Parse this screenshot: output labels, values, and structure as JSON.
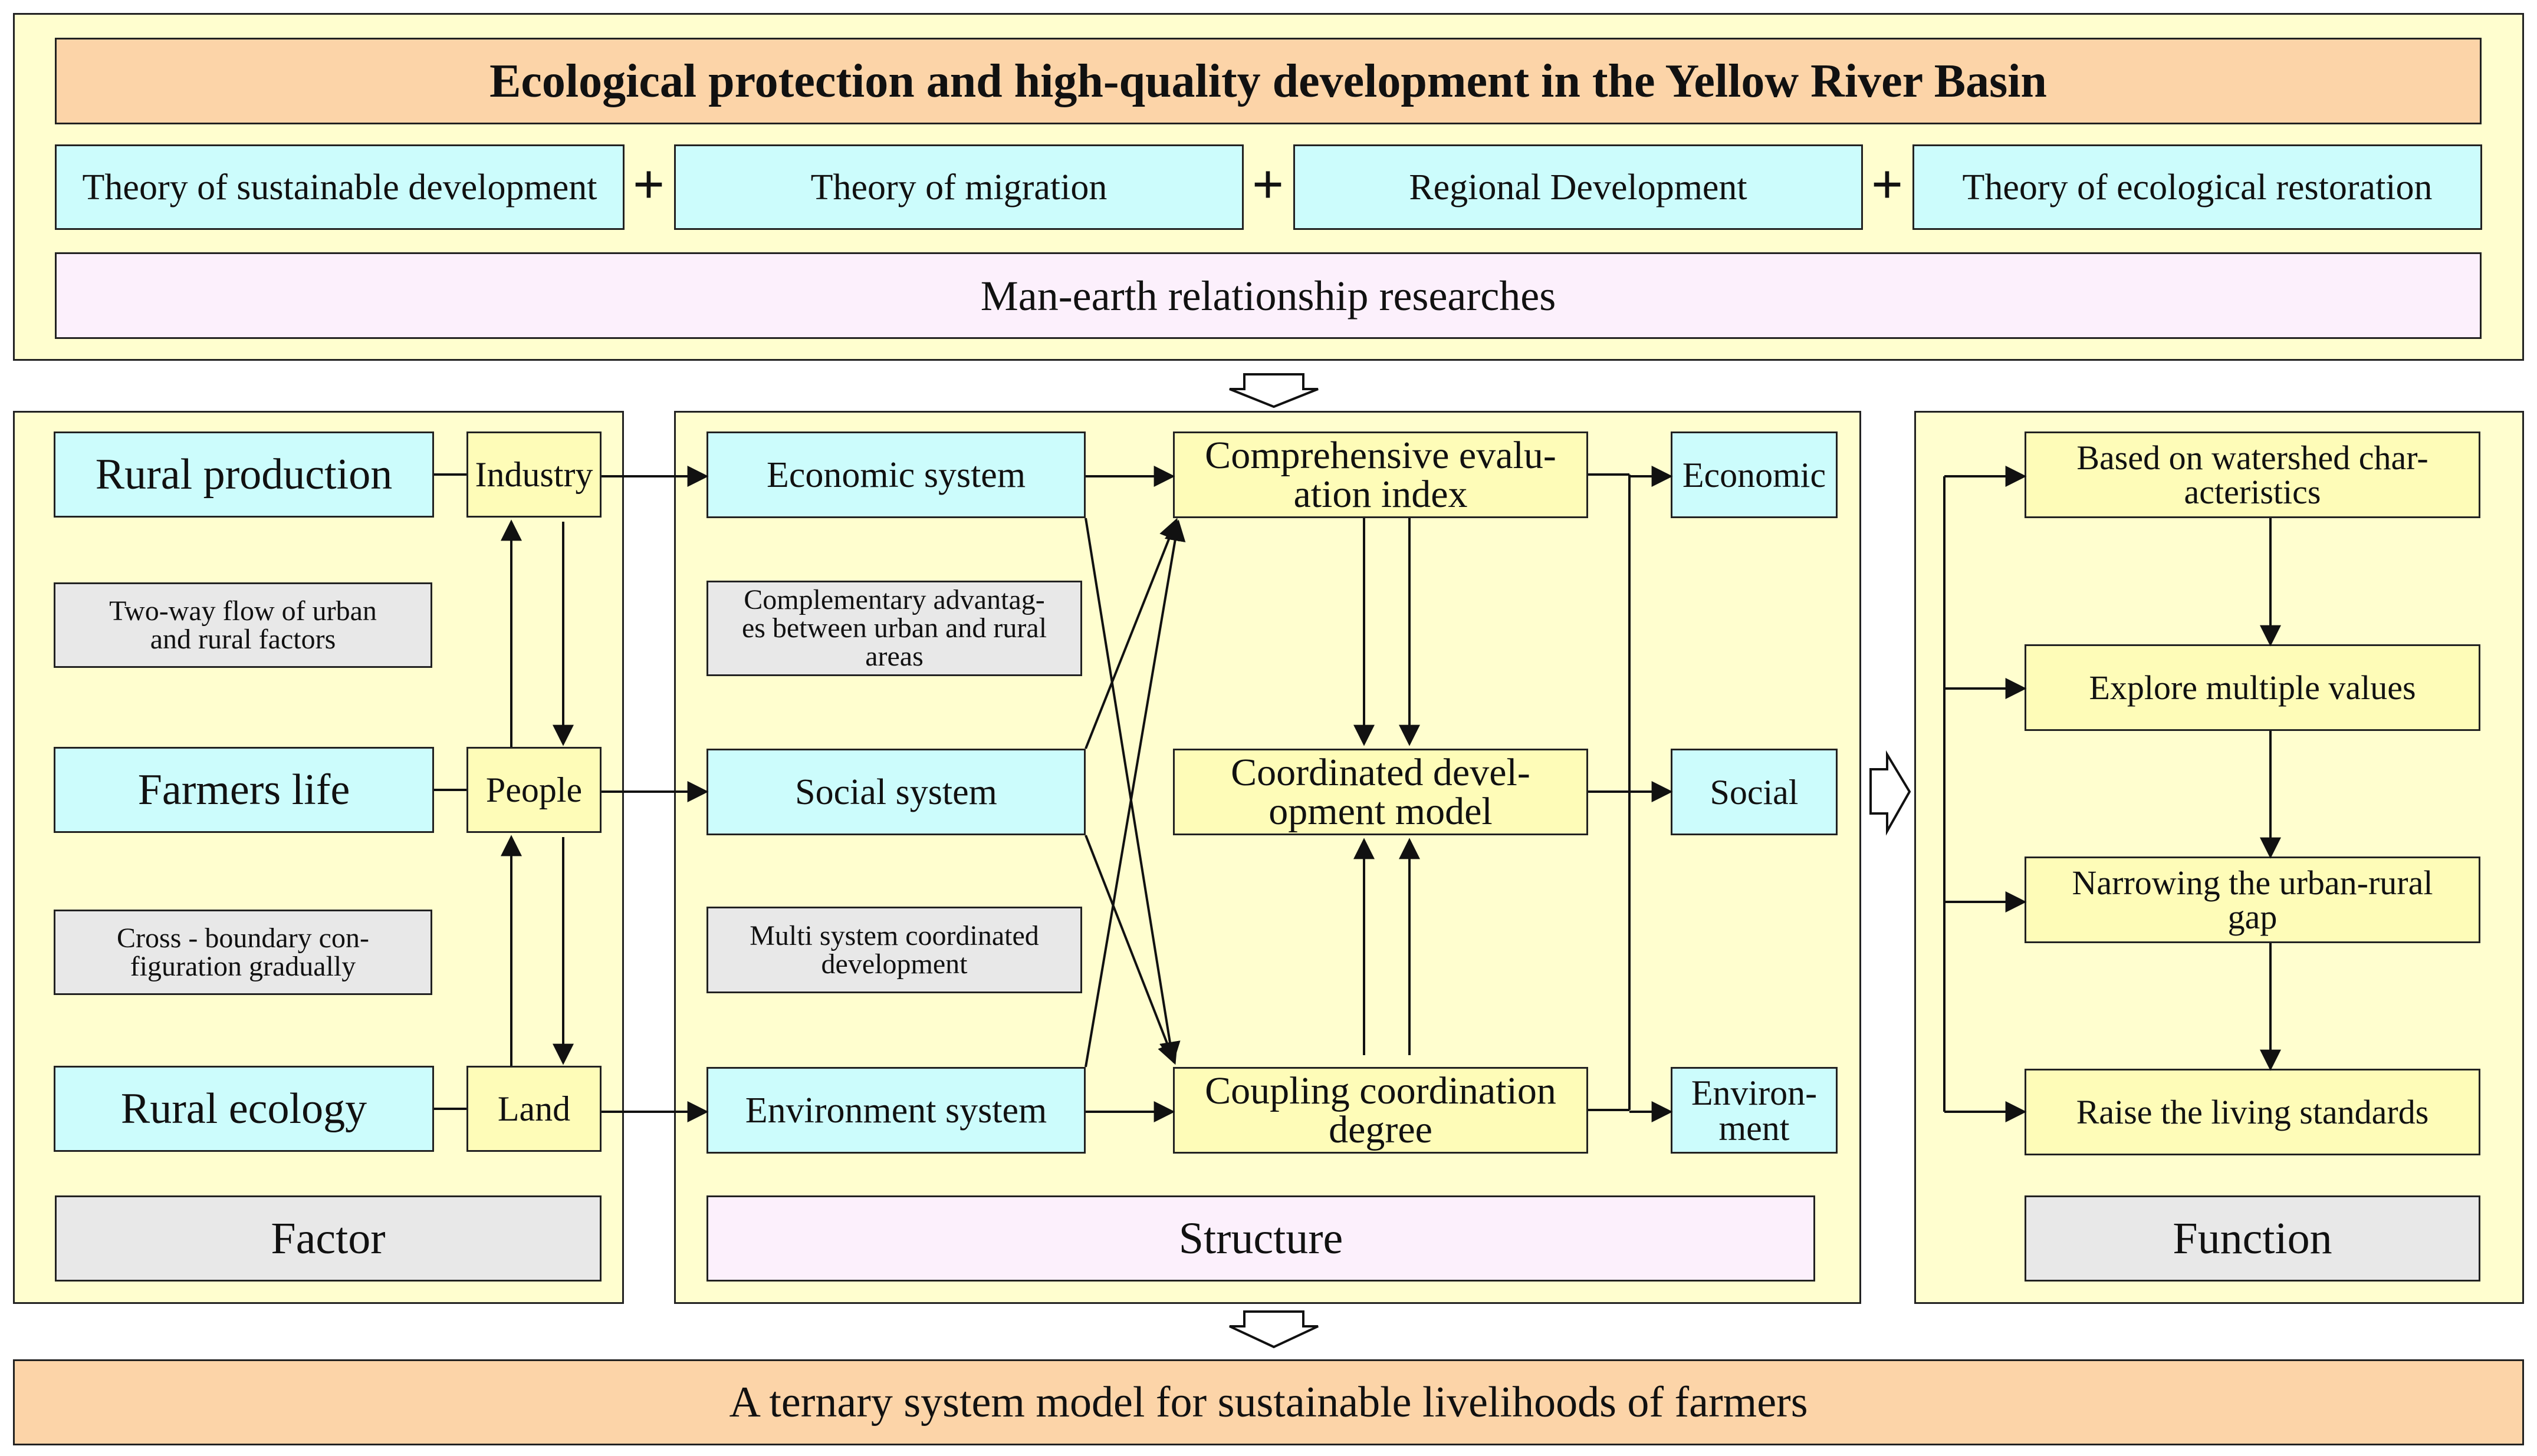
{
  "top": {
    "title": "Ecological protection and high-quality development in the Yellow River Basin",
    "theories": [
      "Theory of sustainable development",
      "Theory of migration",
      "Regional Development",
      "Theory of ecological restoration"
    ],
    "plus": "+",
    "research": "Man-earth relationship researches"
  },
  "factor": {
    "items": [
      "Rural production",
      "Farmers life",
      "Rural ecology"
    ],
    "elements": [
      "Industry",
      "People",
      "Land"
    ],
    "notes": [
      "Two-way flow of urban\nand rural factors",
      "Cross - boundary con-\nfiguration gradually"
    ],
    "label": "Factor"
  },
  "structure": {
    "systems": [
      "Economic system",
      "Social system",
      "Environment system"
    ],
    "notes": [
      "Complementary advantag-\nes between urban and rural\nareas",
      "Multi system coordinated\ndevelopment"
    ],
    "models": [
      "Comprehensive evalu-\nation index",
      "Coordinated devel-\nopment model",
      "Coupling coordination\ndegree"
    ],
    "outputs": [
      "Economic",
      "Social",
      "Environ-\nment"
    ],
    "label": "Structure"
  },
  "function": {
    "steps": [
      "Based on watershed char-\nacteristics",
      "Explore multiple values",
      "Narrowing the urban-rural\ngap",
      "Raise the living standards"
    ],
    "label": "Function"
  },
  "bottom": {
    "title": "A ternary system model for sustainable livelihoods of farmers"
  }
}
